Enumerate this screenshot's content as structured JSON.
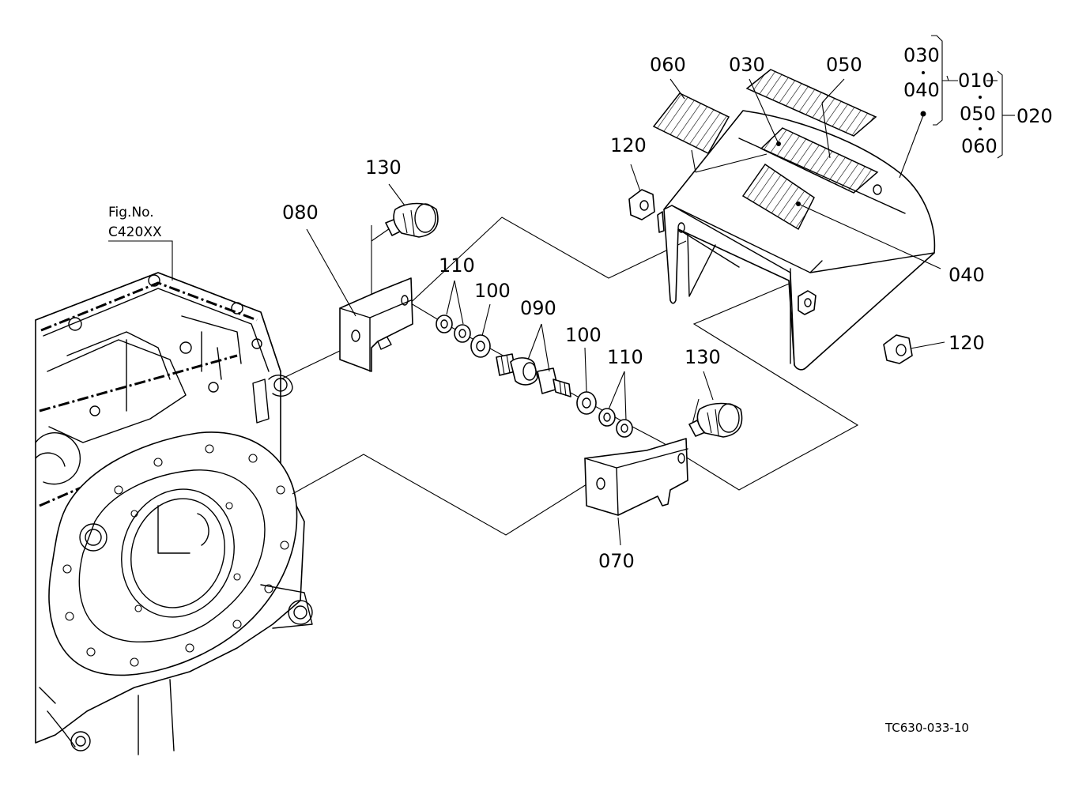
{
  "figure": {
    "ref_label": "Fig.No.",
    "ref_code": "C420XX",
    "drawing_code": "TC630-033-10"
  },
  "callouts": {
    "p060": "060",
    "p030": "030",
    "p050": "050",
    "p120_top": "120",
    "p130_top": "130",
    "p080": "080",
    "p110_top": "110",
    "p100_top": "100",
    "p090": "090",
    "p100_bottom": "100",
    "p110_bottom": "110",
    "p130_bottom": "130",
    "p120_right": "120",
    "p040": "040",
    "p070": "070"
  },
  "assembly_key": {
    "a030": "030",
    "a040": "040",
    "a010": "010",
    "a050": "050",
    "a020": "020",
    "a060": "060"
  }
}
